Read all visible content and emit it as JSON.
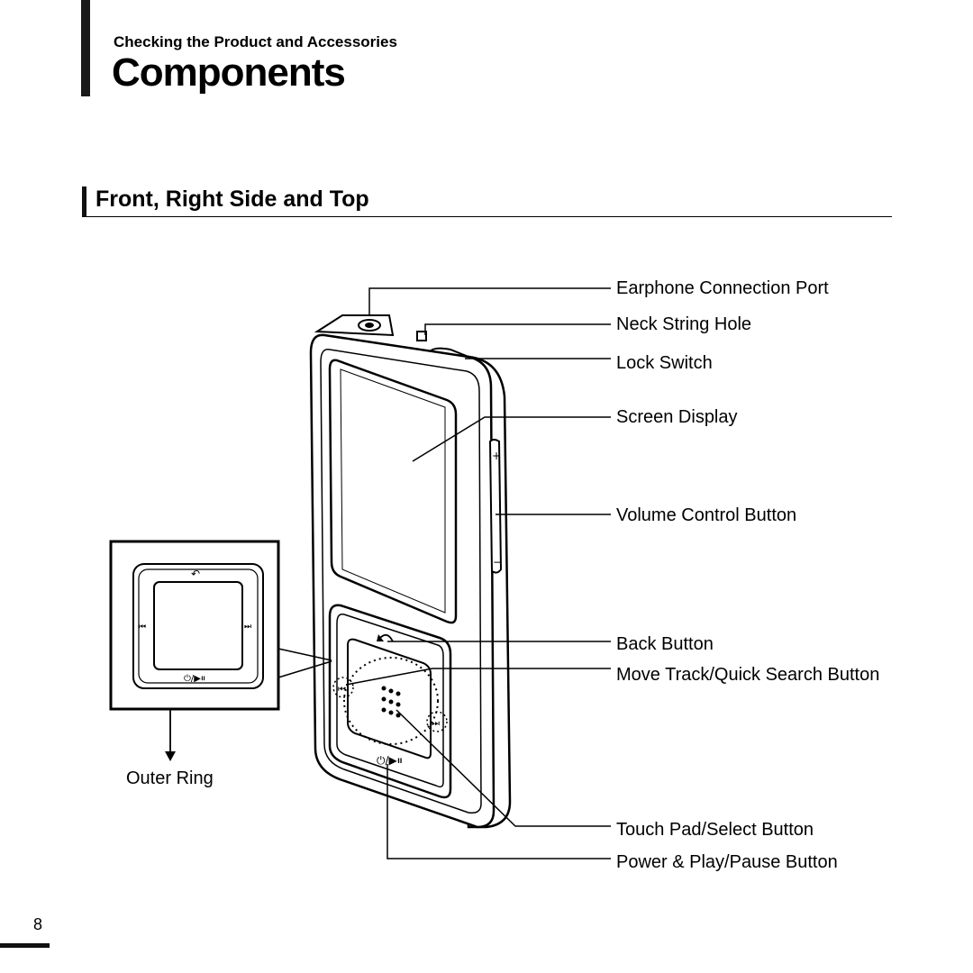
{
  "header": {
    "kicker": "Checking the Product and Accessories",
    "title": "Components"
  },
  "section": {
    "title": "Front, Right Side and Top"
  },
  "callouts": [
    {
      "id": "earphone-port",
      "label": "Earphone Connection Port"
    },
    {
      "id": "neck-string-hole",
      "label": "Neck String Hole"
    },
    {
      "id": "lock-switch",
      "label": "Lock Switch"
    },
    {
      "id": "screen-display",
      "label": "Screen Display"
    },
    {
      "id": "volume-control",
      "label": "Volume Control Button"
    },
    {
      "id": "back-button",
      "label": "Back Button"
    },
    {
      "id": "move-track",
      "label": "Move Track/Quick Search Button"
    },
    {
      "id": "touch-pad",
      "label": "Touch Pad/Select Button"
    },
    {
      "id": "power-play",
      "label": "Power & Play/Pause Button"
    }
  ],
  "inset": {
    "label": "Outer Ring"
  },
  "icons": {
    "back": "back-arrow-icon",
    "prev": "previous-track-icon",
    "next": "next-track-icon",
    "power_play": "power-play-pause-icon",
    "volume_plus": "plus-icon",
    "volume_minus": "minus-icon"
  },
  "footer": {
    "page_number": "8"
  }
}
